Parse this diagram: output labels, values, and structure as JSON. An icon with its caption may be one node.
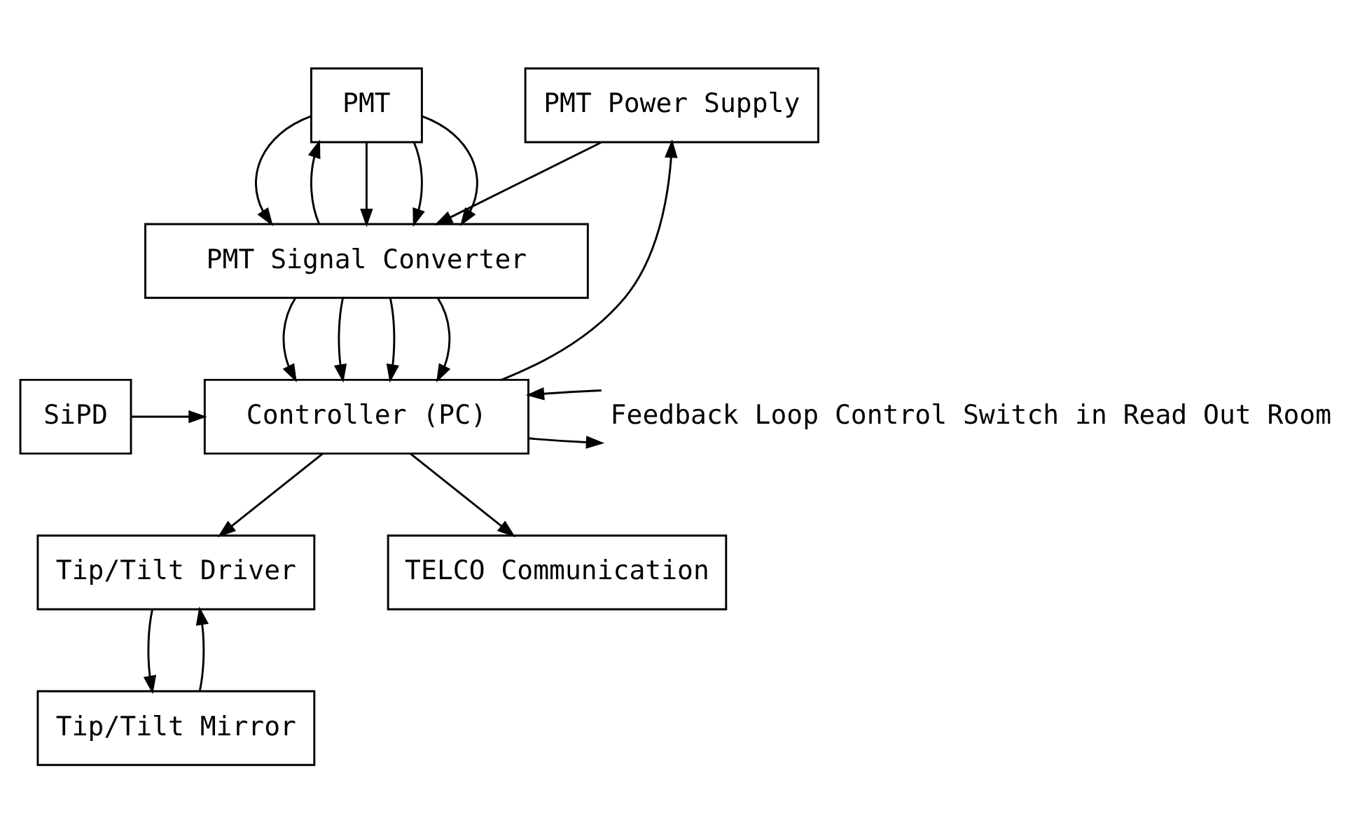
{
  "diagram": {
    "nodes": [
      {
        "text": [
          "PMT"
        ]
      },
      {
        "text": [
          "PMT Signal Converter"
        ]
      },
      {
        "text": [
          "PMT Power Supply"
        ]
      },
      {
        "text": [
          "SiPD"
        ]
      },
      {
        "text": [
          "Controller (PC)"
        ]
      },
      {
        "text": [
          "Feedback Loop Control Switch in Read Out Room"
        ]
      },
      {
        "text": [
          "Tip/Tilt Driver"
        ]
      },
      {
        "text": [
          "TELCO Communication"
        ]
      },
      {
        "text": [
          "Tip/Tilt Mirror"
        ]
      }
    ],
    "edges": [
      {
        "from": 1,
        "to": 0,
        "arrow": "to"
      },
      {
        "from": 0,
        "to": 1,
        "arrow": "to"
      },
      {
        "from": 0,
        "to": 1,
        "arrow": "to"
      },
      {
        "from": 0,
        "to": 1,
        "arrow": "to"
      },
      {
        "from": 0,
        "to": 1,
        "arrow": "to"
      },
      {
        "from": 2,
        "to": 1,
        "arrow": "to"
      },
      {
        "from": 1,
        "to": 4,
        "arrow": "to"
      },
      {
        "from": 1,
        "to": 4,
        "arrow": "to"
      },
      {
        "from": 1,
        "to": 4,
        "arrow": "to"
      },
      {
        "from": 1,
        "to": 4,
        "arrow": "to"
      },
      {
        "from": 4,
        "to": 2,
        "arrow": "to"
      },
      {
        "from": 3,
        "to": 4,
        "arrow": "to"
      },
      {
        "from": 4,
        "to": 5,
        "arrow": "to"
      },
      {
        "from": 5,
        "to": 4,
        "arrow": "to"
      },
      {
        "from": 4,
        "to": 6,
        "arrow": "to"
      },
      {
        "from": 4,
        "to": 7,
        "arrow": "to"
      },
      {
        "from": 6,
        "to": 8,
        "arrow": "to"
      },
      {
        "from": 8,
        "to": 6,
        "arrow": "to"
      }
    ]
  }
}
